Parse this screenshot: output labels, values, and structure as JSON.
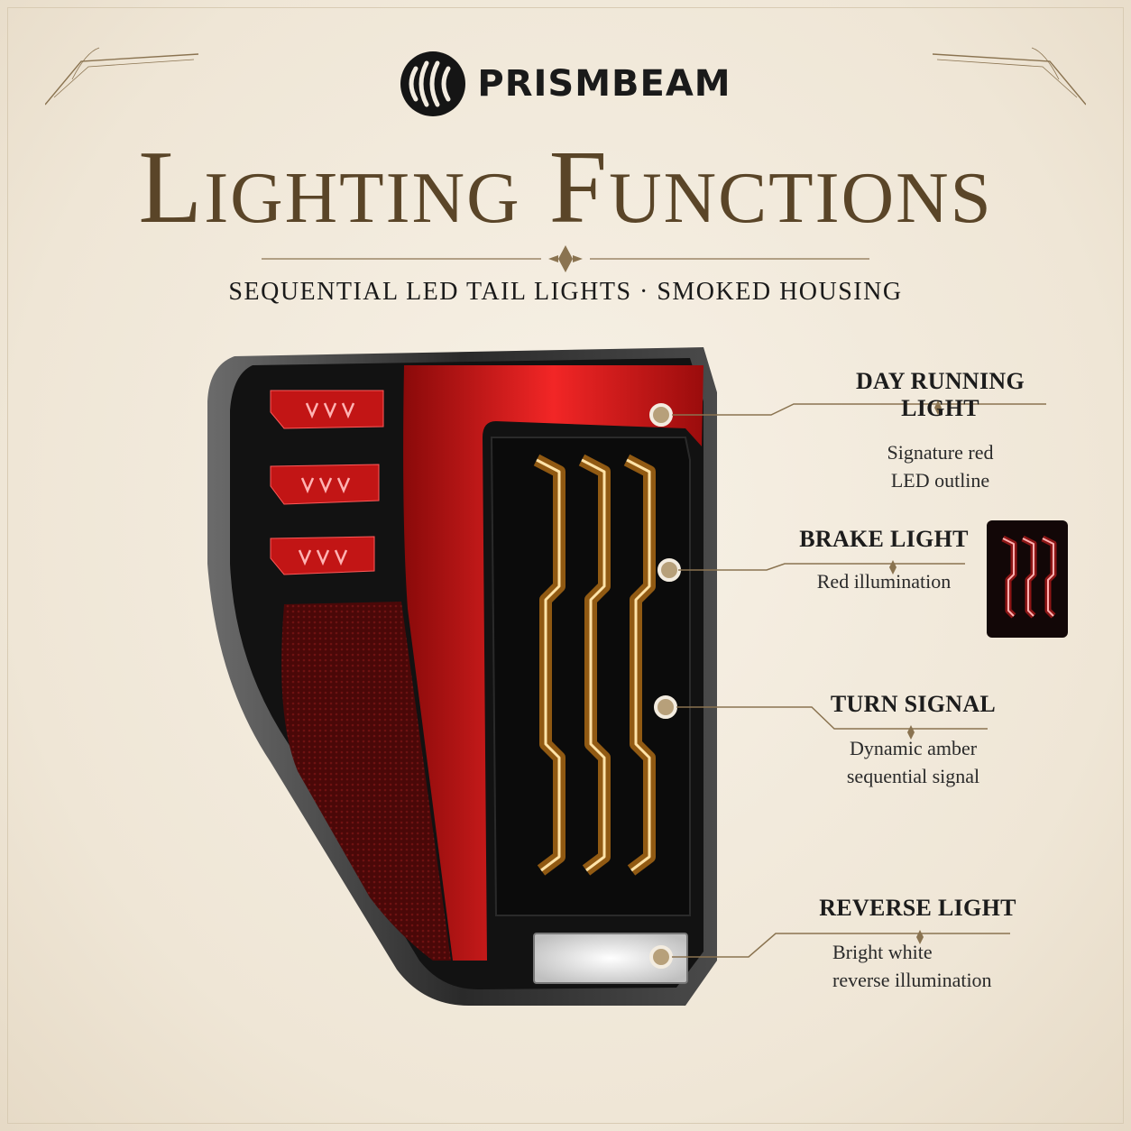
{
  "brand": {
    "name": "PRISMBEAM",
    "icon": "prismbeam-logo-icon"
  },
  "title": "Lighting Functions",
  "subtitle": "SEQUENTIAL LED TAIL LIGHTS · SMOKED HOUSING",
  "callouts": [
    {
      "title": "DAY RUNNING LIGHT",
      "desc1": "Signature red",
      "desc2": "LED outline"
    },
    {
      "title": "BRAKE LIGHT",
      "desc1": "Red illumination",
      "desc2": ""
    },
    {
      "title": "TURN SIGNAL",
      "desc1": "Dynamic amber",
      "desc2": "sequential signal"
    },
    {
      "title": "REVERSE LIGHT",
      "desc1": "Bright white",
      "desc2": "reverse illumination"
    }
  ],
  "colors": {
    "background": "#f3ece0",
    "title": "#5a4528",
    "accent_gold": "#8a7350",
    "red_led": "#e21b1b",
    "amber_led": "#ffb23a",
    "housing": "#121212"
  }
}
